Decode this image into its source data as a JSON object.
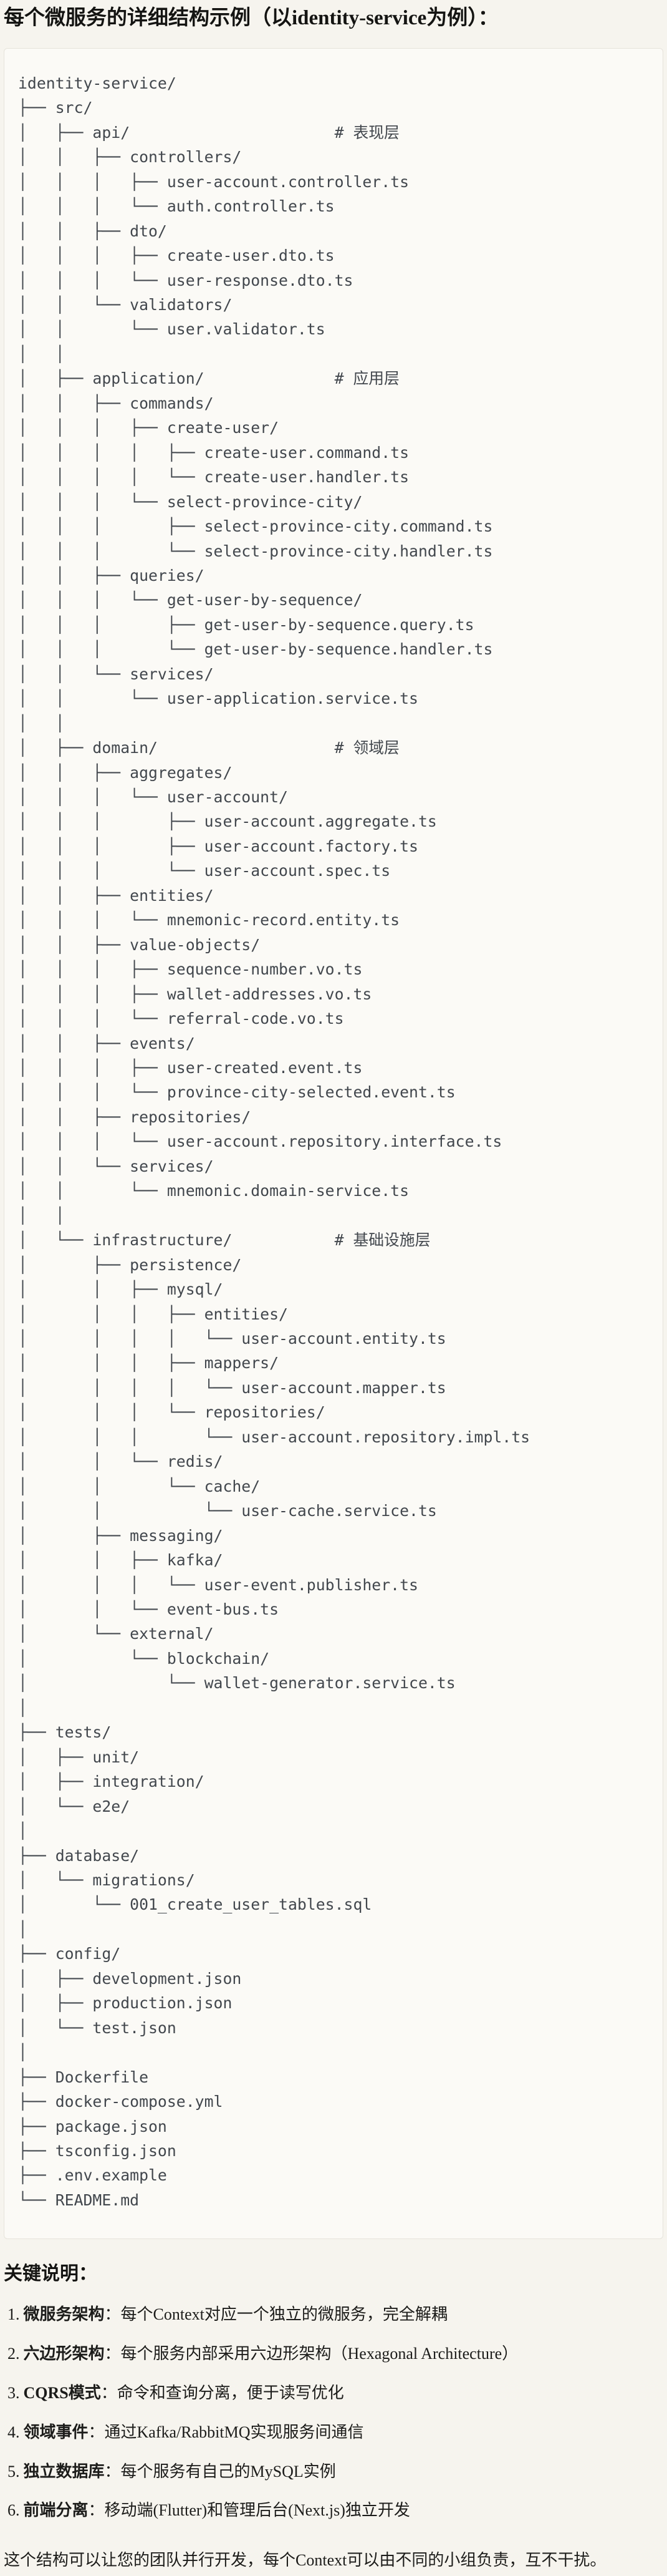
{
  "page": {
    "title": "每个微服务的详细结构示例（以identity-service为例）："
  },
  "colors": {
    "page_background": "#f6f4ee",
    "code_background": "#fbfaf6",
    "code_border": "#e6e3db",
    "code_text": "#42474d",
    "body_text": "#1c1c1a"
  },
  "tree": {
    "lines": [
      "identity-service/",
      "├── src/",
      "│   ├── api/                      # 表现层",
      "│   │   ├── controllers/",
      "│   │   │   ├── user-account.controller.ts",
      "│   │   │   └── auth.controller.ts",
      "│   │   ├── dto/",
      "│   │   │   ├── create-user.dto.ts",
      "│   │   │   └── user-response.dto.ts",
      "│   │   └── validators/",
      "│   │       └── user.validator.ts",
      "│   │",
      "│   ├── application/              # 应用层",
      "│   │   ├── commands/",
      "│   │   │   ├── create-user/",
      "│   │   │   │   ├── create-user.command.ts",
      "│   │   │   │   └── create-user.handler.ts",
      "│   │   │   └── select-province-city/",
      "│   │   │       ├── select-province-city.command.ts",
      "│   │   │       └── select-province-city.handler.ts",
      "│   │   ├── queries/",
      "│   │   │   └── get-user-by-sequence/",
      "│   │   │       ├── get-user-by-sequence.query.ts",
      "│   │   │       └── get-user-by-sequence.handler.ts",
      "│   │   └── services/",
      "│   │       └── user-application.service.ts",
      "│   │",
      "│   ├── domain/                   # 领域层",
      "│   │   ├── aggregates/",
      "│   │   │   └── user-account/",
      "│   │   │       ├── user-account.aggregate.ts",
      "│   │   │       ├── user-account.factory.ts",
      "│   │   │       └── user-account.spec.ts",
      "│   │   ├── entities/",
      "│   │   │   └── mnemonic-record.entity.ts",
      "│   │   ├── value-objects/",
      "│   │   │   ├── sequence-number.vo.ts",
      "│   │   │   ├── wallet-addresses.vo.ts",
      "│   │   │   └── referral-code.vo.ts",
      "│   │   ├── events/",
      "│   │   │   ├── user-created.event.ts",
      "│   │   │   └── province-city-selected.event.ts",
      "│   │   ├── repositories/",
      "│   │   │   └── user-account.repository.interface.ts",
      "│   │   └── services/",
      "│   │       └── mnemonic.domain-service.ts",
      "│   │",
      "│   └── infrastructure/           # 基础设施层",
      "│       ├── persistence/",
      "│       │   ├── mysql/",
      "│       │   │   ├── entities/",
      "│       │   │   │   └── user-account.entity.ts",
      "│       │   │   ├── mappers/",
      "│       │   │   │   └── user-account.mapper.ts",
      "│       │   │   └── repositories/",
      "│       │   │       └── user-account.repository.impl.ts",
      "│       │   └── redis/",
      "│       │       └── cache/",
      "│       │           └── user-cache.service.ts",
      "│       ├── messaging/",
      "│       │   ├── kafka/",
      "│       │   │   └── user-event.publisher.ts",
      "│       │   └── event-bus.ts",
      "│       └── external/",
      "│           └── blockchain/",
      "│               └── wallet-generator.service.ts",
      "│",
      "├── tests/",
      "│   ├── unit/",
      "│   ├── integration/",
      "│   └── e2e/",
      "│",
      "├── database/",
      "│   └── migrations/",
      "│       └── 001_create_user_tables.sql",
      "│",
      "├── config/",
      "│   ├── development.json",
      "│   ├── production.json",
      "│   └── test.json",
      "│",
      "├── Dockerfile",
      "├── docker-compose.yml",
      "├── package.json",
      "├── tsconfig.json",
      "├── .env.example",
      "└── README.md"
    ]
  },
  "notes": {
    "heading": "关键说明：",
    "items": [
      {
        "num": "1.",
        "term": "微服务架构",
        "sep": "：",
        "desc": "每个Context对应一个独立的微服务，完全解耦"
      },
      {
        "num": "2.",
        "term": "六边形架构",
        "sep": "：",
        "desc": "每个服务内部采用六边形架构（Hexagonal Architecture）"
      },
      {
        "num": "3.",
        "term": "CQRS模式",
        "sep": "：",
        "desc": "命令和查询分离，便于读写优化"
      },
      {
        "num": "4.",
        "term": "领域事件",
        "sep": "：",
        "desc": "通过Kafka/RabbitMQ实现服务间通信"
      },
      {
        "num": "5.",
        "term": "独立数据库",
        "sep": "：",
        "desc": "每个服务有自己的MySQL实例"
      },
      {
        "num": "6.",
        "term": "前端分离",
        "sep": "：",
        "desc": "移动端(Flutter)和管理后台(Next.js)独立开发"
      }
    ],
    "footer": "这个结构可以让您的团队并行开发，每个Context可以由不同的小组负责，互不干扰。"
  }
}
